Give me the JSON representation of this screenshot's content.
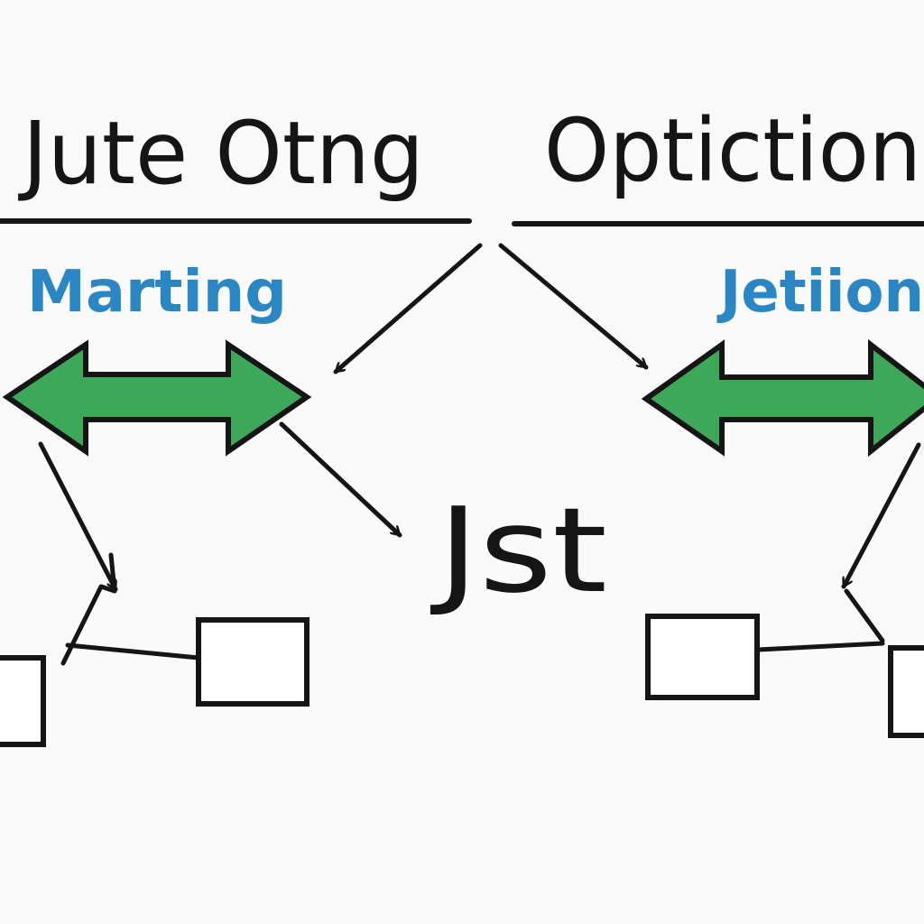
{
  "labels": {
    "left_heading": "Jute Otng",
    "right_heading": "Optiction",
    "left_subheading": "Marting",
    "right_subheading": "Jetiion",
    "center": "Jst"
  },
  "colors": {
    "text": "#151515",
    "subheading": "#2a87c4",
    "arrow_fill": "#3ea85a",
    "background": "#fafafa"
  }
}
